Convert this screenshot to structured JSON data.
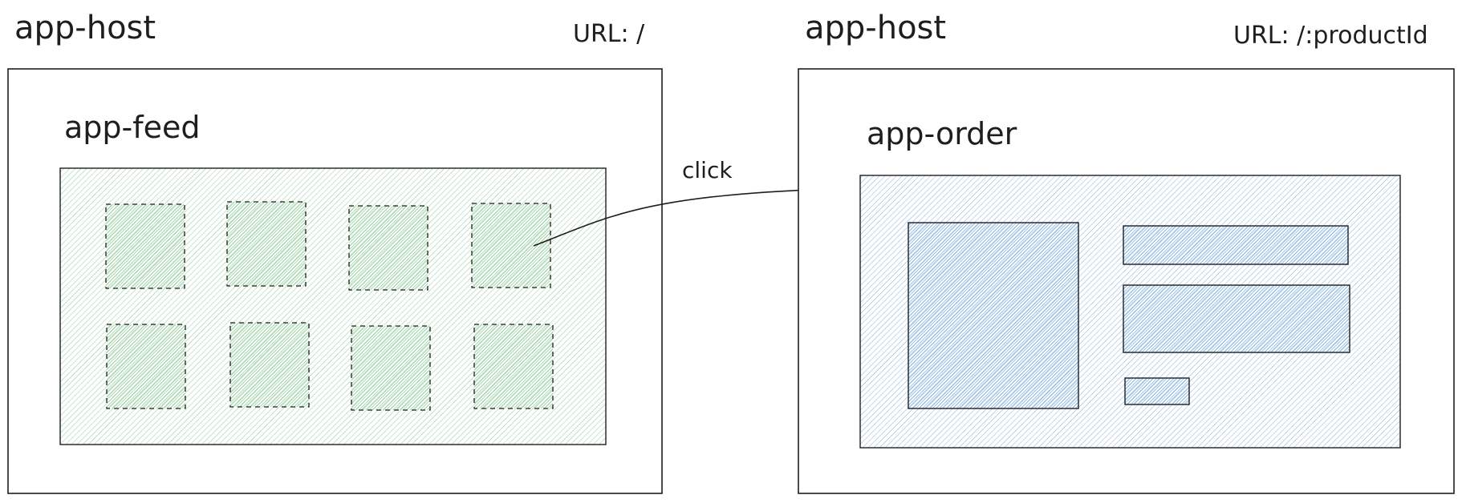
{
  "panels": {
    "left": {
      "host_label": "app-host",
      "url_label": "URL: /",
      "child_label": "app-feed",
      "child_color": "#2f9e44",
      "tile_count": 8
    },
    "right": {
      "host_label": "app-host",
      "url_label": "URL: /:productId",
      "child_label": "app-order",
      "child_color": "#1971c2"
    }
  },
  "arrow": {
    "label": "click"
  },
  "colors": {
    "stroke": "#1e1e1e",
    "green_fill": "#b2f2bb",
    "blue_fill": "#a5d8ff"
  }
}
